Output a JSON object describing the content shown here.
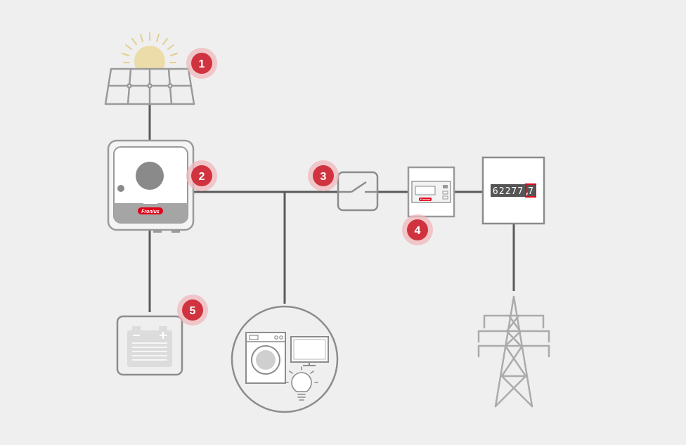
{
  "diagram": {
    "badges": [
      {
        "number": "1",
        "component": "pv-modules"
      },
      {
        "number": "2",
        "component": "inverter"
      },
      {
        "number": "3",
        "component": "switch"
      },
      {
        "number": "4",
        "component": "smart-meter"
      },
      {
        "number": "5",
        "component": "battery"
      }
    ],
    "inverter_brand": "Fronius",
    "meter_brand": "Fronius",
    "meter_reading": {
      "digits": "62277",
      "decimal": "7"
    },
    "icons": [
      "sun-icon",
      "solar-panel-icon",
      "inverter-icon",
      "switch-icon",
      "smart-meter-icon",
      "energy-meter-icon",
      "power-pylon-icon",
      "battery-icon",
      "washing-machine-icon",
      "monitor-icon",
      "lightbulb-icon"
    ]
  },
  "colors": {
    "background": "#efefef",
    "line": "#5a5a5a",
    "device_outline": "#8c8c8c",
    "badge_red": "#d0333f",
    "badge_halo": "#f0b8bc",
    "sun": "#ecdcaa",
    "sun_rays": "#e3cf8f",
    "meter_display": "#555555",
    "meter_highlight": "#e2001a"
  }
}
